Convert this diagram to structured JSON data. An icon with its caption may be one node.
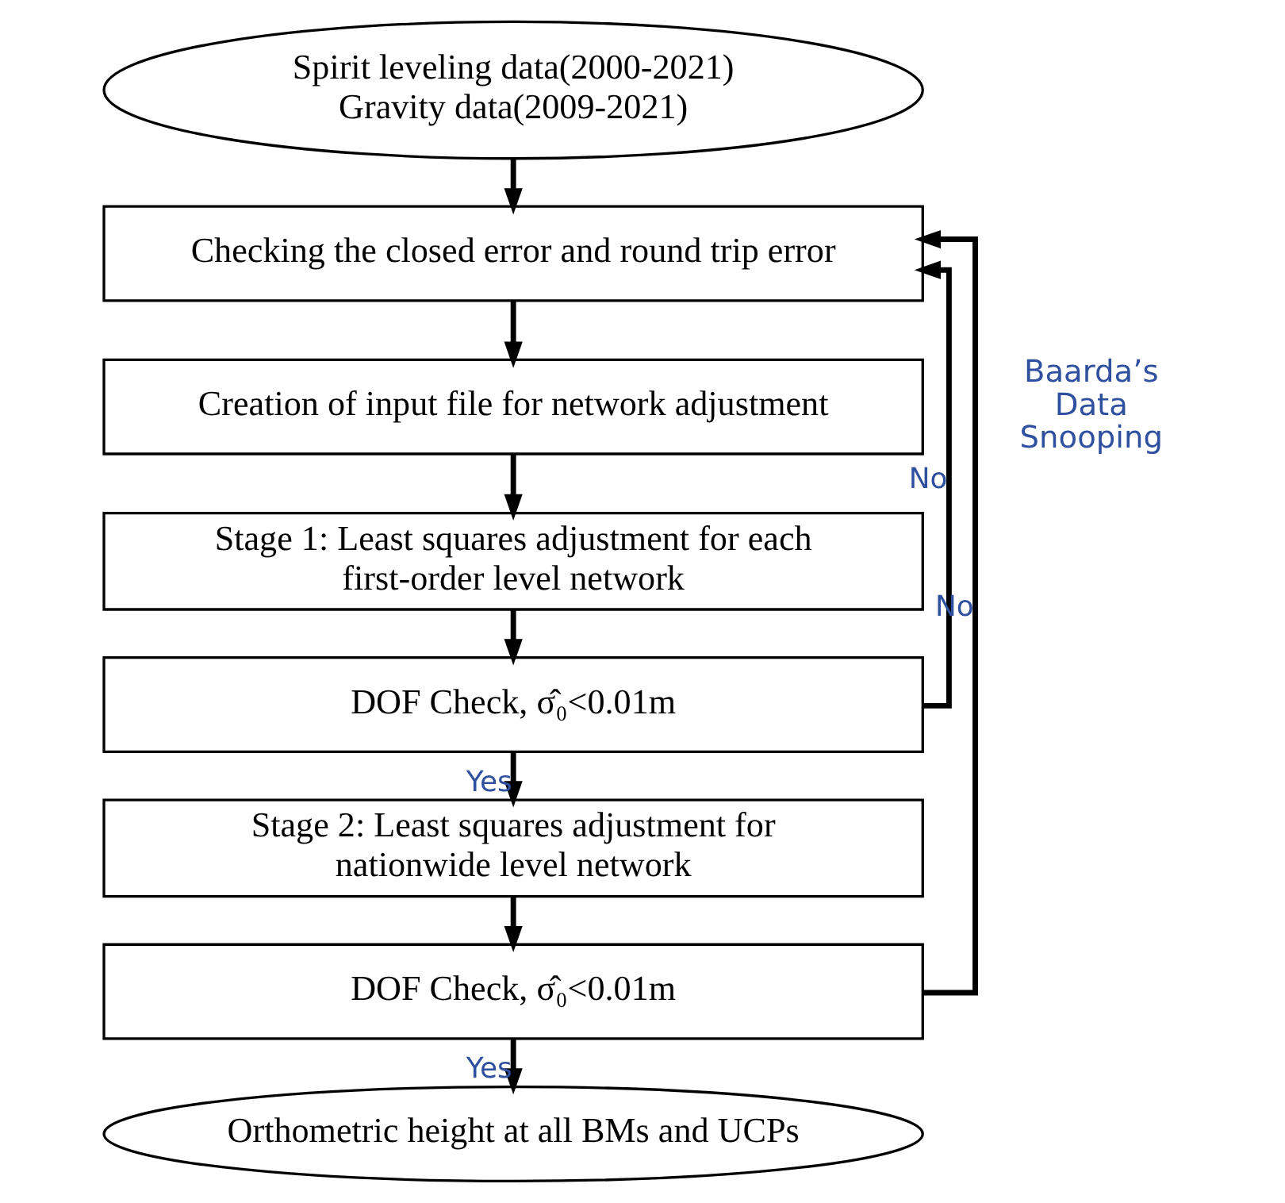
{
  "diagram": {
    "nodes": [
      {
        "text": [
          "Spirit leveling data(2000-2021)",
          "Gravity data(2009-2021)"
        ]
      },
      {
        "text": [
          "Checking the closed error and round trip error"
        ]
      },
      {
        "text": [
          "Creation of input file for network adjustment"
        ]
      },
      {
        "text": [
          "Stage 1: Least squares adjustment for each first-order level network"
        ]
      },
      {
        "text": [
          "DOF Check, σ̂₀<0.01m"
        ]
      },
      {
        "text": [
          "Stage 2: Least squares adjustment for nationwide level network"
        ]
      },
      {
        "text": [
          "DOF Check, σ̂₀<0.01m"
        ]
      },
      {
        "text": [
          "Orthometric height at all BMs and UCPs"
        ]
      }
    ],
    "edges": [
      {
        "from": 0,
        "to": 1,
        "arrow": "to"
      },
      {
        "from": 1,
        "to": 2,
        "arrow": "to"
      },
      {
        "from": 2,
        "to": 3,
        "arrow": "to"
      },
      {
        "from": 3,
        "to": 4,
        "arrow": "to"
      },
      {
        "from": 4,
        "to": 5,
        "arrow": "to",
        "label": "Yes"
      },
      {
        "from": 5,
        "to": 6,
        "arrow": "to"
      },
      {
        "from": 6,
        "to": 7,
        "arrow": "to",
        "label": "Yes"
      },
      {
        "from": 4,
        "to": 1,
        "arrow": "to",
        "label": "No"
      },
      {
        "from": 6,
        "to": 1,
        "arrow": "to",
        "label": "No"
      }
    ],
    "labels": [
      "Baarda’s Data Snooping"
    ]
  }
}
